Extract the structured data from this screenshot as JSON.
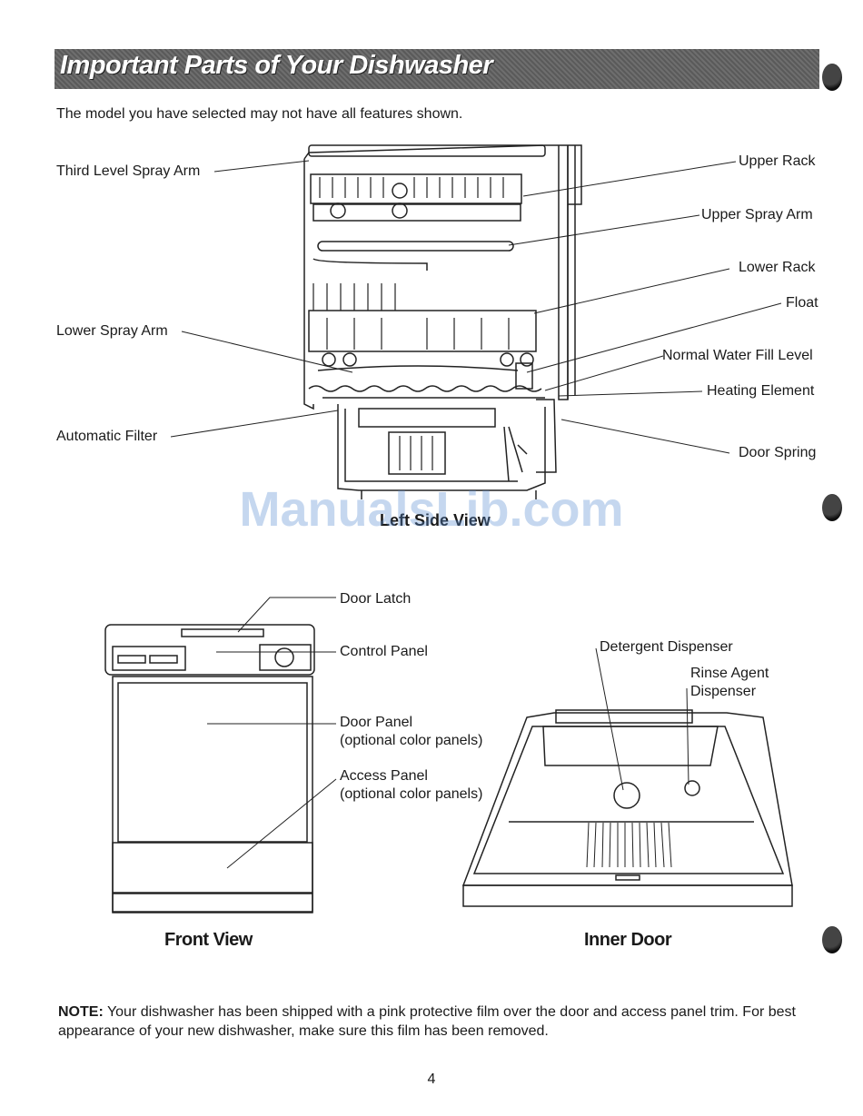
{
  "page": {
    "title": "Important Parts of Your Dishwasher",
    "intro": "The model you have selected may not have all features shown.",
    "watermark": "ManualsLib.com",
    "side_view_caption": "Left Side View",
    "side_labels": {
      "third_level_spray_arm": "Third Level Spray Arm",
      "lower_spray_arm": "Lower Spray Arm",
      "automatic_filter": "Automatic Filter",
      "upper_rack": "Upper Rack",
      "upper_spray_arm": "Upper Spray Arm",
      "lower_rack": "Lower Rack",
      "float": "Float",
      "normal_water_fill_level": "Normal Water Fill Level",
      "heating_element": "Heating Element",
      "door_spring": "Door Spring"
    },
    "front_labels": {
      "door_latch": "Door Latch",
      "control_panel": "Control Panel",
      "door_panel": "Door Panel",
      "door_panel_note": "(optional color panels)",
      "access_panel": "Access Panel",
      "access_panel_note": "(optional color panels)"
    },
    "inner_labels": {
      "detergent_dispenser": "Detergent Dispenser",
      "rinse_agent_line1": "Rinse Agent",
      "rinse_agent_line2": "Dispenser"
    },
    "front_view_title": "Front View",
    "inner_door_title": "Inner Door",
    "note_label": "NOTE:",
    "note_text": " Your dishwasher has been shipped with a pink protective film over the door and access panel trim. For best appearance of your new dishwasher, make sure this film has been removed.",
    "page_number": "4"
  }
}
